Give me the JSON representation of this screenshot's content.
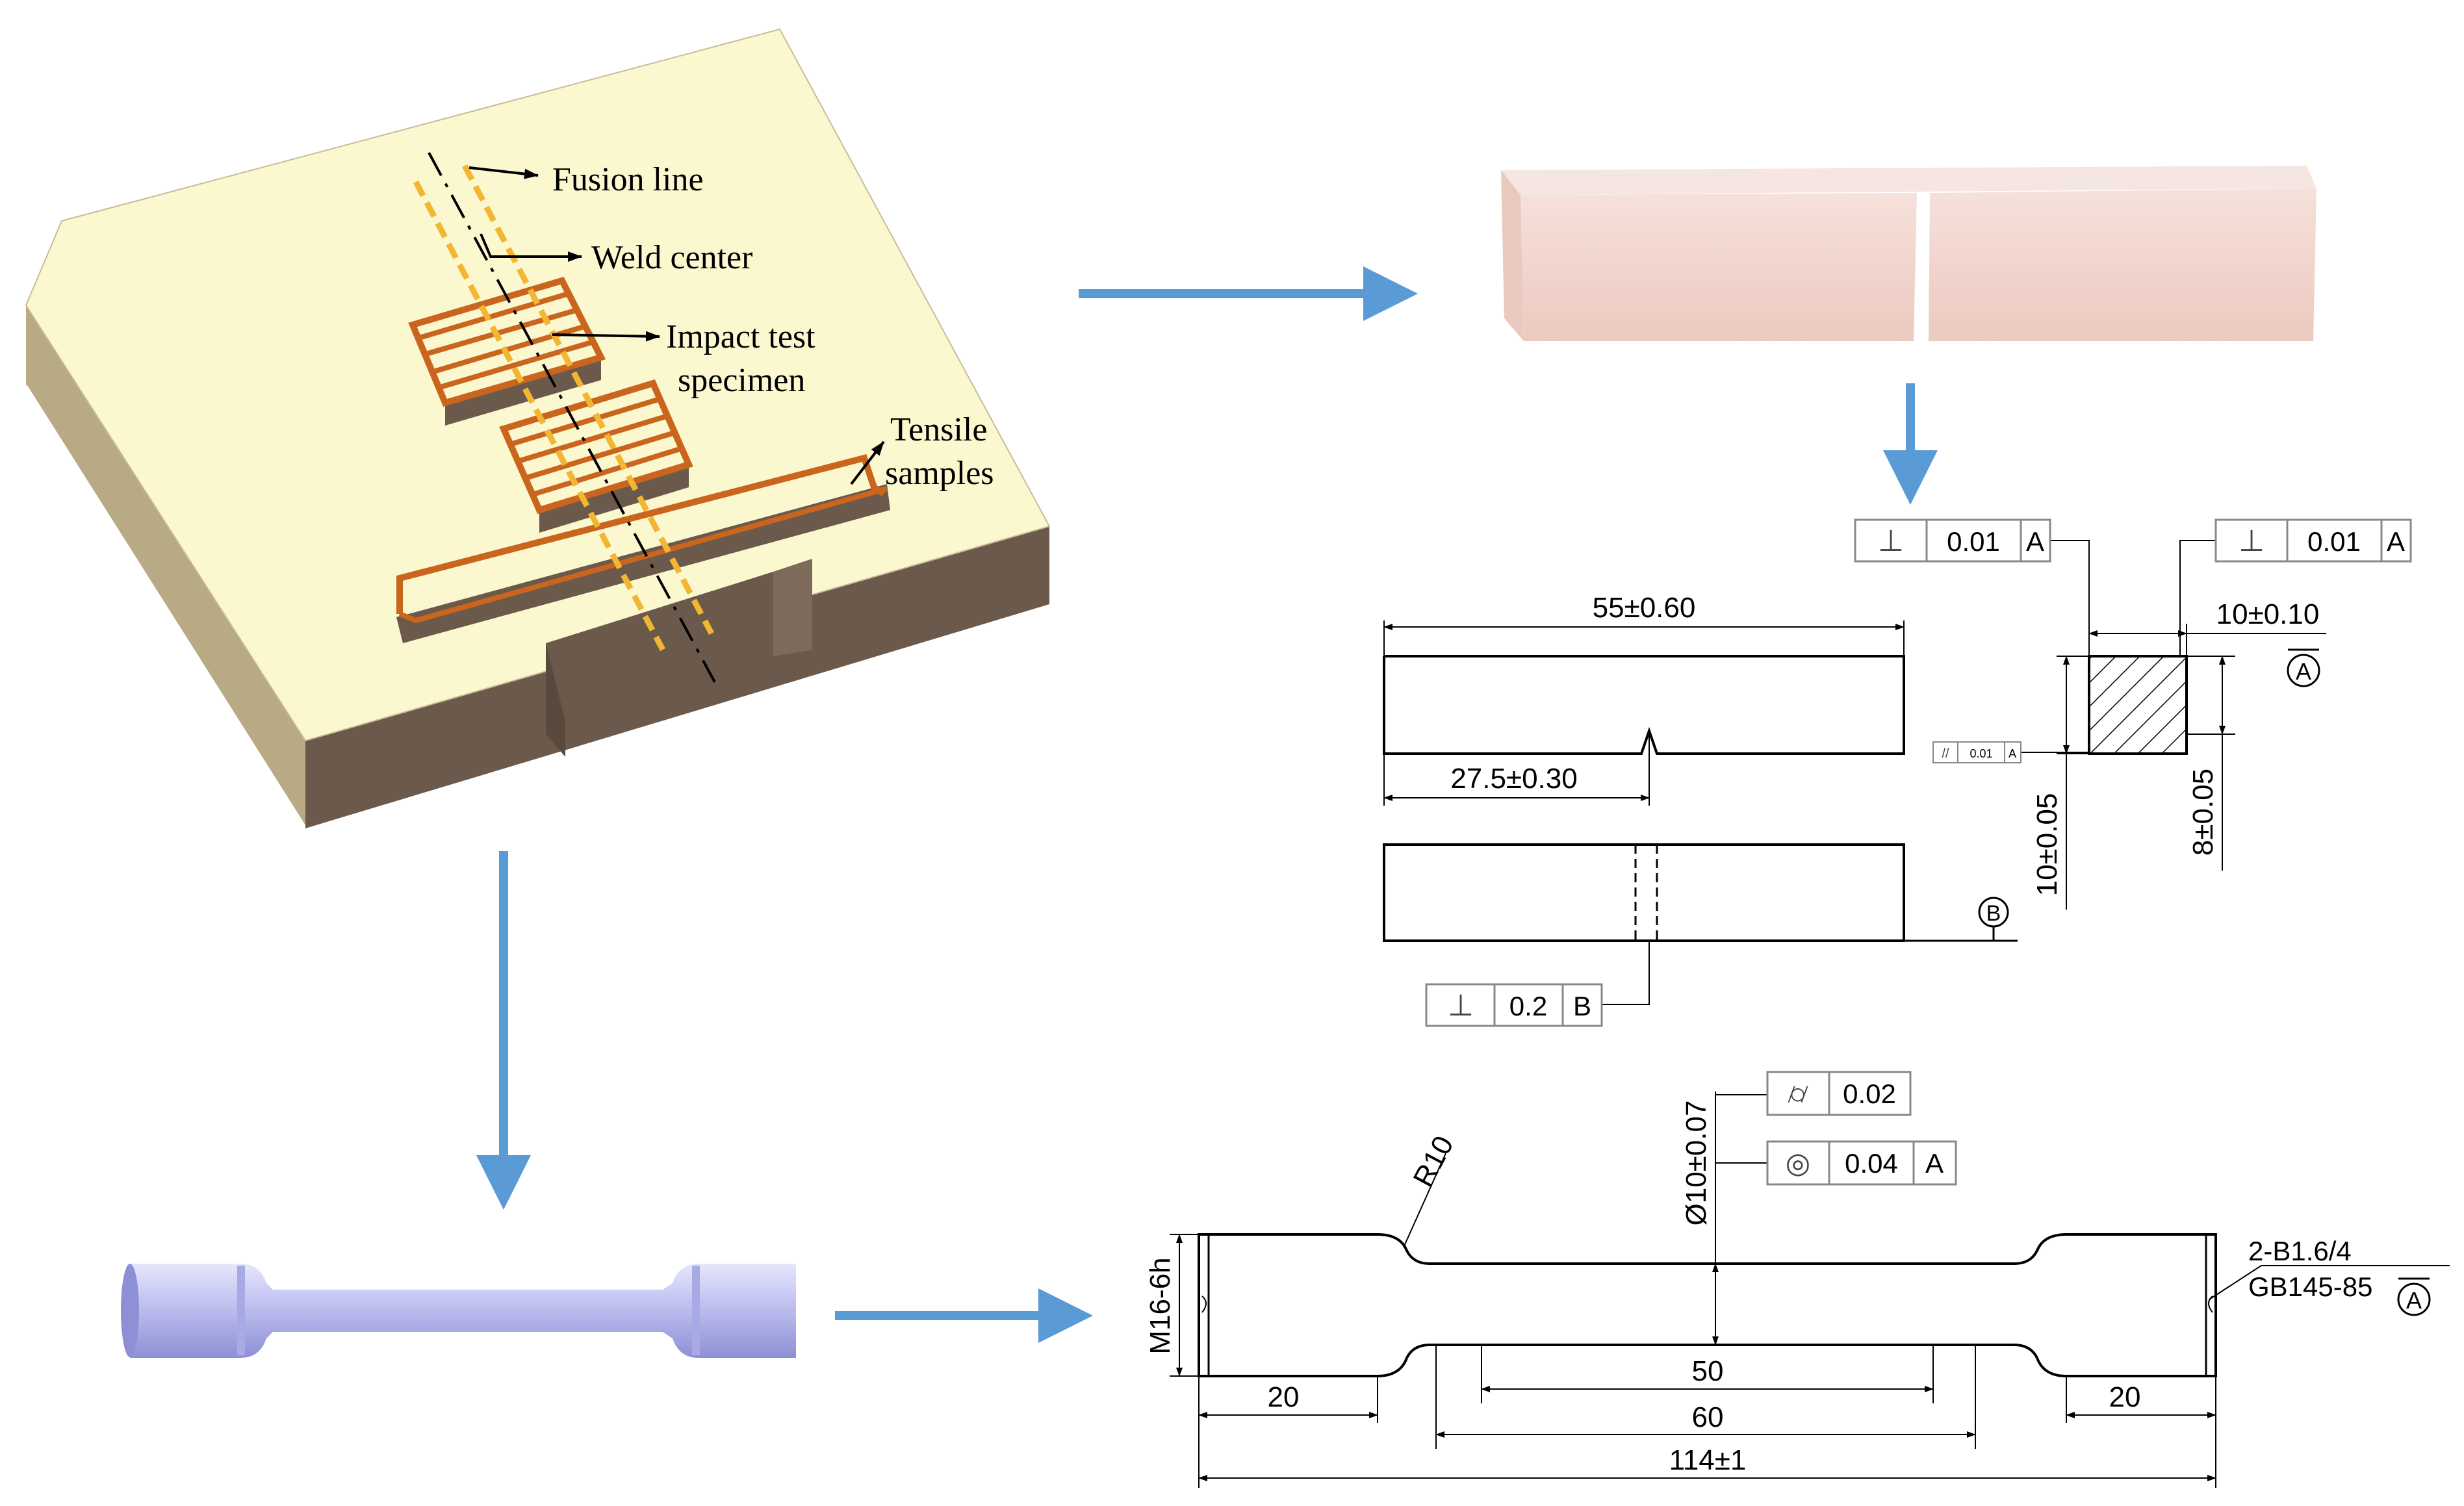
{
  "plate_labels": {
    "fusion_line": "Fusion line",
    "weld_center": "Weld center",
    "impact_1": "Impact test",
    "impact_2": "specimen",
    "tensile_1": "Tensile",
    "tensile_2": "samples"
  },
  "impact_drawing": {
    "length": "55±0.60",
    "notch_pos": "27.5±0.30",
    "width": "10±0.10",
    "height_total": "10±0.05",
    "height_notch": "8±0.05",
    "datum_a": "A",
    "datum_b": "B",
    "fcf_perp_left": {
      "symbol": "⊥",
      "tol": "0.01",
      "datum": "A"
    },
    "fcf_perp_right": {
      "symbol": "⊥",
      "tol": "0.01",
      "datum": "A"
    },
    "fcf_parallel": {
      "symbol": "//",
      "tol": "0.01",
      "datum": "A"
    },
    "fcf_perp_b": {
      "symbol": "⊥",
      "tol": "0.2",
      "datum": "B"
    }
  },
  "tensile_drawing": {
    "radius": "R10",
    "diameter": "Ø10±0.07",
    "thread": "M16-6h",
    "grip_left": "20",
    "grip_right": "20",
    "gauge": "50",
    "parallel": "60",
    "total": "114±1",
    "center_hole_1": "2-B1.6/4",
    "center_hole_2": "GB145-85",
    "datum_a": "A",
    "fcf_cyl": {
      "symbol": "⌭",
      "tol": "0.02"
    },
    "fcf_conc": {
      "symbol": "◎",
      "tol": "0.04",
      "datum": "A"
    }
  },
  "colors": {
    "arrow": "#5b9bd5",
    "plate_top": "#fbf7cf",
    "plate_side": "#6b5a4c",
    "plate_left": "#c9bb99",
    "specimen_orange": "#c9651c",
    "weld_yellow": "#f2b632",
    "impact_bar": "#f1d6cf",
    "tensile_bar": "#b8b9ee"
  }
}
